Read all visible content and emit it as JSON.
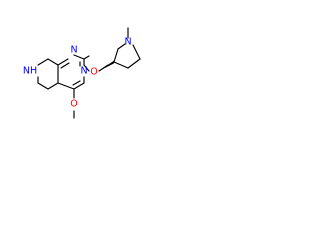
{
  "molecule": {
    "atoms": {
      "amine_nh": {
        "text": "NH",
        "color": "#0000FF"
      },
      "ring_n_upper": {
        "text": "N",
        "color": "#0000FF"
      },
      "ring_n_lower": {
        "text": "N",
        "color": "#0000FF"
      },
      "methoxy_o": {
        "text": "O",
        "color": "#FF0000"
      },
      "ether_o": {
        "text": "O",
        "color": "#FF0000"
      },
      "pyrrolidine_n": {
        "text": "N",
        "color": "#0000FF"
      }
    },
    "bond_color": "#000000"
  }
}
